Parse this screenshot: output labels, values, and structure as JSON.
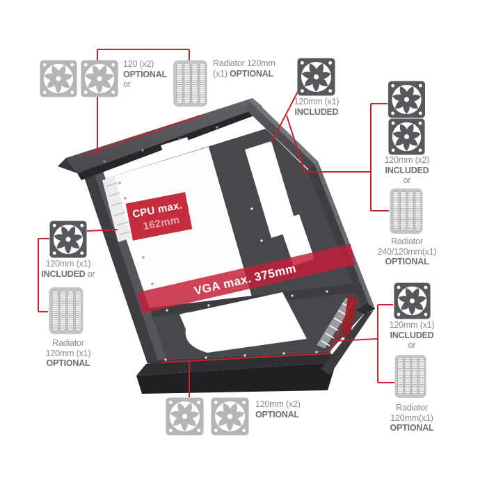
{
  "labels": {
    "top_left_fans": {
      "line1": "120 (x2)",
      "line2": "OPTIONAL",
      "line3": "or"
    },
    "top_left_radiator": {
      "line1": "Radiator 120mm",
      "line2_regular": "(x1) ",
      "line2_bold": "OPTIONAL"
    },
    "top_right_fan": {
      "line1": "120mm (x1)",
      "line2": "INCLUDED"
    },
    "right_fans": {
      "line1": "120mm (x2)",
      "line2": "INCLUDED",
      "line3": "or"
    },
    "right_radiator": {
      "line1": "Radiator",
      "line2": "240/120mm(x1)",
      "line3": "OPTIONAL"
    },
    "left_fan": {
      "line1": "120mm (x1)",
      "line2_bold": "INCLUDED",
      "line2_regular": " or"
    },
    "left_radiator": {
      "line1": "Radiator",
      "line2": "120mm (x1)",
      "line3": "OPTIONAL"
    },
    "bottom_fans": {
      "line1": "120mm (x2)",
      "line2": "OPTIONAL"
    },
    "bottom_right_fan": {
      "line1": "120mm (x1)",
      "line2": "INCLUDED",
      "line3": "or"
    },
    "bottom_right_radiator": {
      "line1": "Radiator",
      "line2": "120mm(x1)",
      "line3": "OPTIONAL"
    }
  },
  "case_badges": {
    "cpu_line1": "CPU max.",
    "cpu_line2": "162mm",
    "vga": "VGA max. 375mm"
  },
  "icons": {
    "fan": "case-fan-icon",
    "radiator": "radiator-icon"
  },
  "colors": {
    "accent_red": "#c8202a",
    "badge_red": "#c22134",
    "fan_dark": "#58585c",
    "fan_light": "#b5b5b7",
    "radiator_gray": "#c6c6c8",
    "label_gray": "#8a8a8a",
    "label_gray_bold": "#6e6e6e"
  }
}
